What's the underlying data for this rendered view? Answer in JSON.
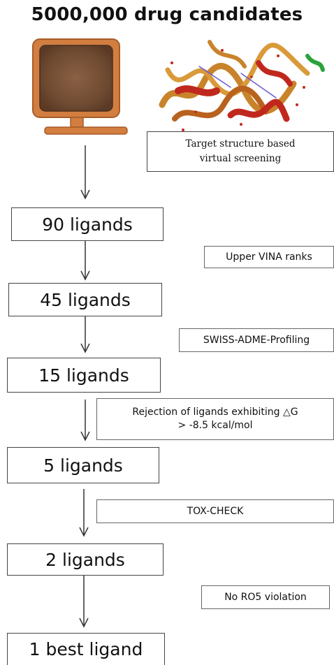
{
  "title": "5000,000 drug candidates",
  "screening_box": {
    "line1": "Target structure based",
    "line2": "virtual screening"
  },
  "stages": [
    "90 ligands",
    "45 ligands",
    "15 ligands",
    "5 ligands",
    "2 ligands",
    "1 best ligand"
  ],
  "filters": {
    "vina": "Upper VINA ranks",
    "adme": "SWISS-ADME-Profiling",
    "dg_line1": "Rejection of ligands exhibiting △G",
    "dg_line2": "> -8.5 kcal/mol",
    "tox": "TOX-CHECK",
    "ro5": "No RO5 violation"
  },
  "icons": [
    "computer-monitor-icon",
    "protein-structure-image"
  ],
  "colors": {
    "monitor_frame": "#c9743b",
    "monitor_screen": "#7a5236",
    "protein_ribbon": "#c9832a",
    "protein_red": "#c0281e"
  }
}
